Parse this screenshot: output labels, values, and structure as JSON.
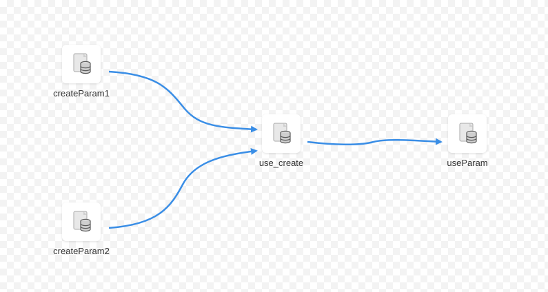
{
  "canvas": {
    "accent_color": "#3a8ee6"
  },
  "nodes": [
    {
      "id": "n1",
      "label": "createParam1",
      "icon": "database-script-icon"
    },
    {
      "id": "n2",
      "label": "createParam2",
      "icon": "database-script-icon"
    },
    {
      "id": "n3",
      "label": "use_create",
      "icon": "database-script-icon"
    },
    {
      "id": "n4",
      "label": "useParam",
      "icon": "database-script-icon"
    }
  ],
  "edges": [
    {
      "from": "createParam1",
      "to": "use_create"
    },
    {
      "from": "createParam2",
      "to": "use_create"
    },
    {
      "from": "use_create",
      "to": "useParam"
    }
  ]
}
